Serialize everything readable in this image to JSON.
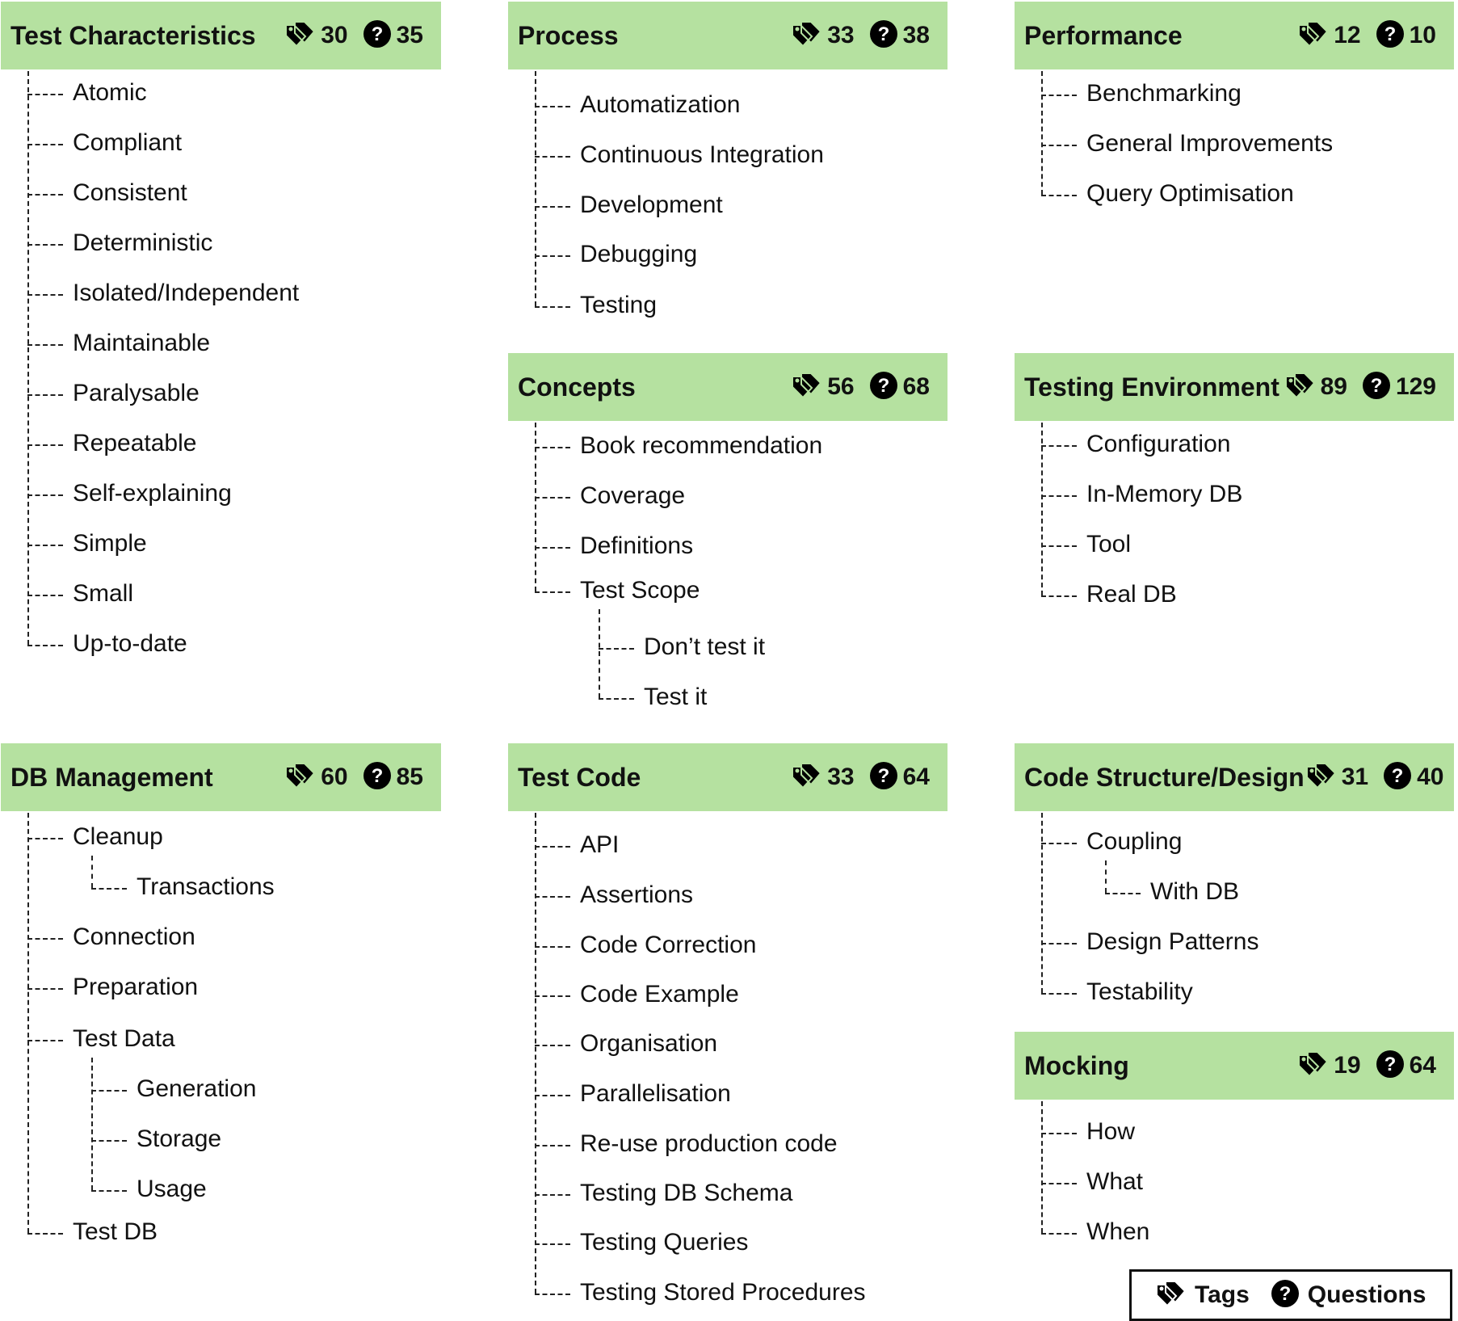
{
  "colors": {
    "header_bg": "#b5e1a0",
    "line": "#222222"
  },
  "icons": {
    "tags": "tag-icon",
    "questions": "question-circle-icon"
  },
  "legend": {
    "tags_label": "Tags",
    "questions_label": "Questions"
  },
  "cards": [
    {
      "title": "Test Characteristics",
      "tags": "30",
      "questions": "35",
      "items": [
        {
          "label": "Atomic",
          "level": 0
        },
        {
          "label": "Compliant",
          "level": 0
        },
        {
          "label": "Consistent",
          "level": 0
        },
        {
          "label": "Deterministic",
          "level": 0
        },
        {
          "label": "Isolated/Independent",
          "level": 0
        },
        {
          "label": "Maintainable",
          "level": 0
        },
        {
          "label": "Paralysable",
          "level": 0
        },
        {
          "label": "Repeatable",
          "level": 0
        },
        {
          "label": "Self-explaining",
          "level": 0
        },
        {
          "label": "Simple",
          "level": 0
        },
        {
          "label": "Small",
          "level": 0
        },
        {
          "label": "Up-to-date",
          "level": 0
        }
      ]
    },
    {
      "title": "Process",
      "tags": "33",
      "questions": "38",
      "items": [
        {
          "label": "Automatization",
          "level": 0
        },
        {
          "label": "Continuous Integration",
          "level": 0
        },
        {
          "label": "Development",
          "level": 0
        },
        {
          "label": "Debugging",
          "level": 0
        },
        {
          "label": "Testing",
          "level": 0
        }
      ]
    },
    {
      "title": "Performance",
      "tags": "12",
      "questions": "10",
      "items": [
        {
          "label": "Benchmarking",
          "level": 0
        },
        {
          "label": "General Improvements",
          "level": 0
        },
        {
          "label": "Query Optimisation",
          "level": 0
        }
      ]
    },
    {
      "title": "Concepts",
      "tags": "56",
      "questions": "68",
      "items": [
        {
          "label": "Book recommendation",
          "level": 0
        },
        {
          "label": "Coverage",
          "level": 0
        },
        {
          "label": "Definitions",
          "level": 0
        },
        {
          "label": "Test Scope",
          "level": 0
        },
        {
          "label": "Don’t test it",
          "level": 1
        },
        {
          "label": "Test it",
          "level": 1
        }
      ]
    },
    {
      "title": "Testing Environment",
      "tags": "89",
      "questions": "129",
      "items": [
        {
          "label": "Configuration",
          "level": 0
        },
        {
          "label": "In-Memory DB",
          "level": 0
        },
        {
          "label": "Tool",
          "level": 0
        },
        {
          "label": "Real DB",
          "level": 0
        }
      ]
    },
    {
      "title": "DB Management",
      "tags": "60",
      "questions": "85",
      "items": [
        {
          "label": "Cleanup",
          "level": 0
        },
        {
          "label": "Transactions",
          "level": 1
        },
        {
          "label": "Connection",
          "level": 0
        },
        {
          "label": "Preparation",
          "level": 0
        },
        {
          "label": "Test Data",
          "level": 0
        },
        {
          "label": "Generation",
          "level": 1
        },
        {
          "label": "Storage",
          "level": 1
        },
        {
          "label": "Usage",
          "level": 1
        },
        {
          "label": "Test DB",
          "level": 0
        }
      ]
    },
    {
      "title": "Test Code",
      "tags": "33",
      "questions": "64",
      "items": [
        {
          "label": "API",
          "level": 0
        },
        {
          "label": "Assertions",
          "level": 0
        },
        {
          "label": "Code Correction",
          "level": 0
        },
        {
          "label": "Code Example",
          "level": 0
        },
        {
          "label": "Organisation",
          "level": 0
        },
        {
          "label": "Parallelisation",
          "level": 0
        },
        {
          "label": "Re-use production code",
          "level": 0
        },
        {
          "label": "Testing DB Schema",
          "level": 0
        },
        {
          "label": "Testing Queries",
          "level": 0
        },
        {
          "label": "Testing Stored Procedures",
          "level": 0
        }
      ]
    },
    {
      "title": "Code Structure/Design",
      "tags": "31",
      "questions": "40",
      "items": [
        {
          "label": "Coupling",
          "level": 0
        },
        {
          "label": "With DB",
          "level": 1
        },
        {
          "label": "Design Patterns",
          "level": 0
        },
        {
          "label": "Testability",
          "level": 0
        }
      ]
    },
    {
      "title": "Mocking",
      "tags": "19",
      "questions": "64",
      "items": [
        {
          "label": "How",
          "level": 0
        },
        {
          "label": "What",
          "level": 0
        },
        {
          "label": "When",
          "level": 0
        }
      ]
    }
  ]
}
